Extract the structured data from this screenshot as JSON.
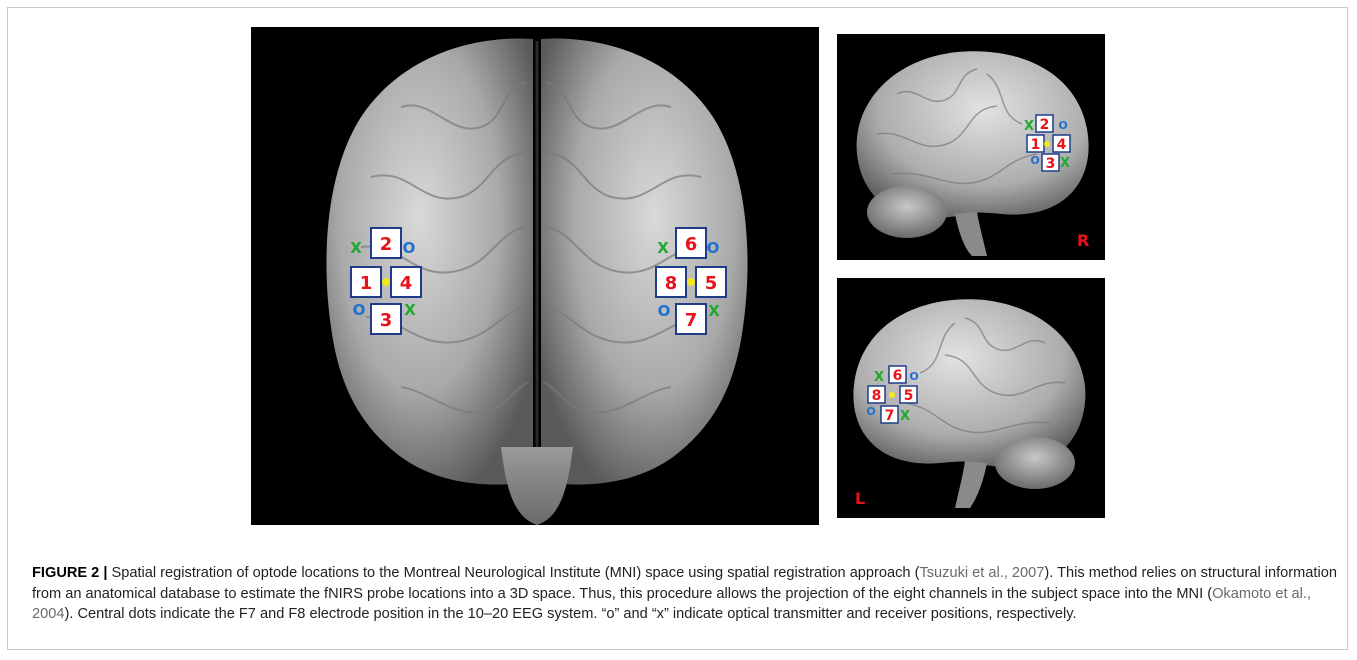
{
  "figure": {
    "main_panel": {
      "channels": [
        "1",
        "2",
        "3",
        "4",
        "5",
        "6",
        "7",
        "8"
      ],
      "transmitter_symbol": "O",
      "receiver_symbol": "X"
    },
    "right_view": {
      "hemisphere_label": "R",
      "channels": [
        "1",
        "2",
        "3",
        "4"
      ],
      "transmitter_symbol": "O",
      "receiver_symbol": "X"
    },
    "left_view": {
      "hemisphere_label": "L",
      "channels": [
        "5",
        "6",
        "7",
        "8"
      ],
      "transmitter_symbol": "O",
      "receiver_symbol": "X"
    },
    "colors": {
      "channel_text": "#e8121a",
      "channel_box_border": "#1f3c88",
      "transmitter": "#1f6fd1",
      "receiver": "#1faa2e",
      "electrode_dot": "#f2e81c",
      "hemisphere_label": "#e8121a",
      "brain": "#b8b8b8",
      "background": "#000000"
    }
  },
  "caption": {
    "label": "FIGURE 2 |",
    "text_1": " Spatial registration of optode locations to the Montreal Neurological Institute (MNI) space using spatial registration approach (",
    "ref_1": "Tsuzuki et al., 2007",
    "text_2": "). This method relies on structural information from an anatomical database to estimate the fNIRS probe locations into a 3D space. Thus, this procedure allows the projection of the eight channels in the subject space into the MNI (",
    "ref_2": "Okamoto et al., 2004",
    "text_3": "). Central dots indicate the F7 and F8 electrode position in the 10–20 EEG system. “o” and “x” indicate optical transmitter and receiver positions, respectively."
  }
}
